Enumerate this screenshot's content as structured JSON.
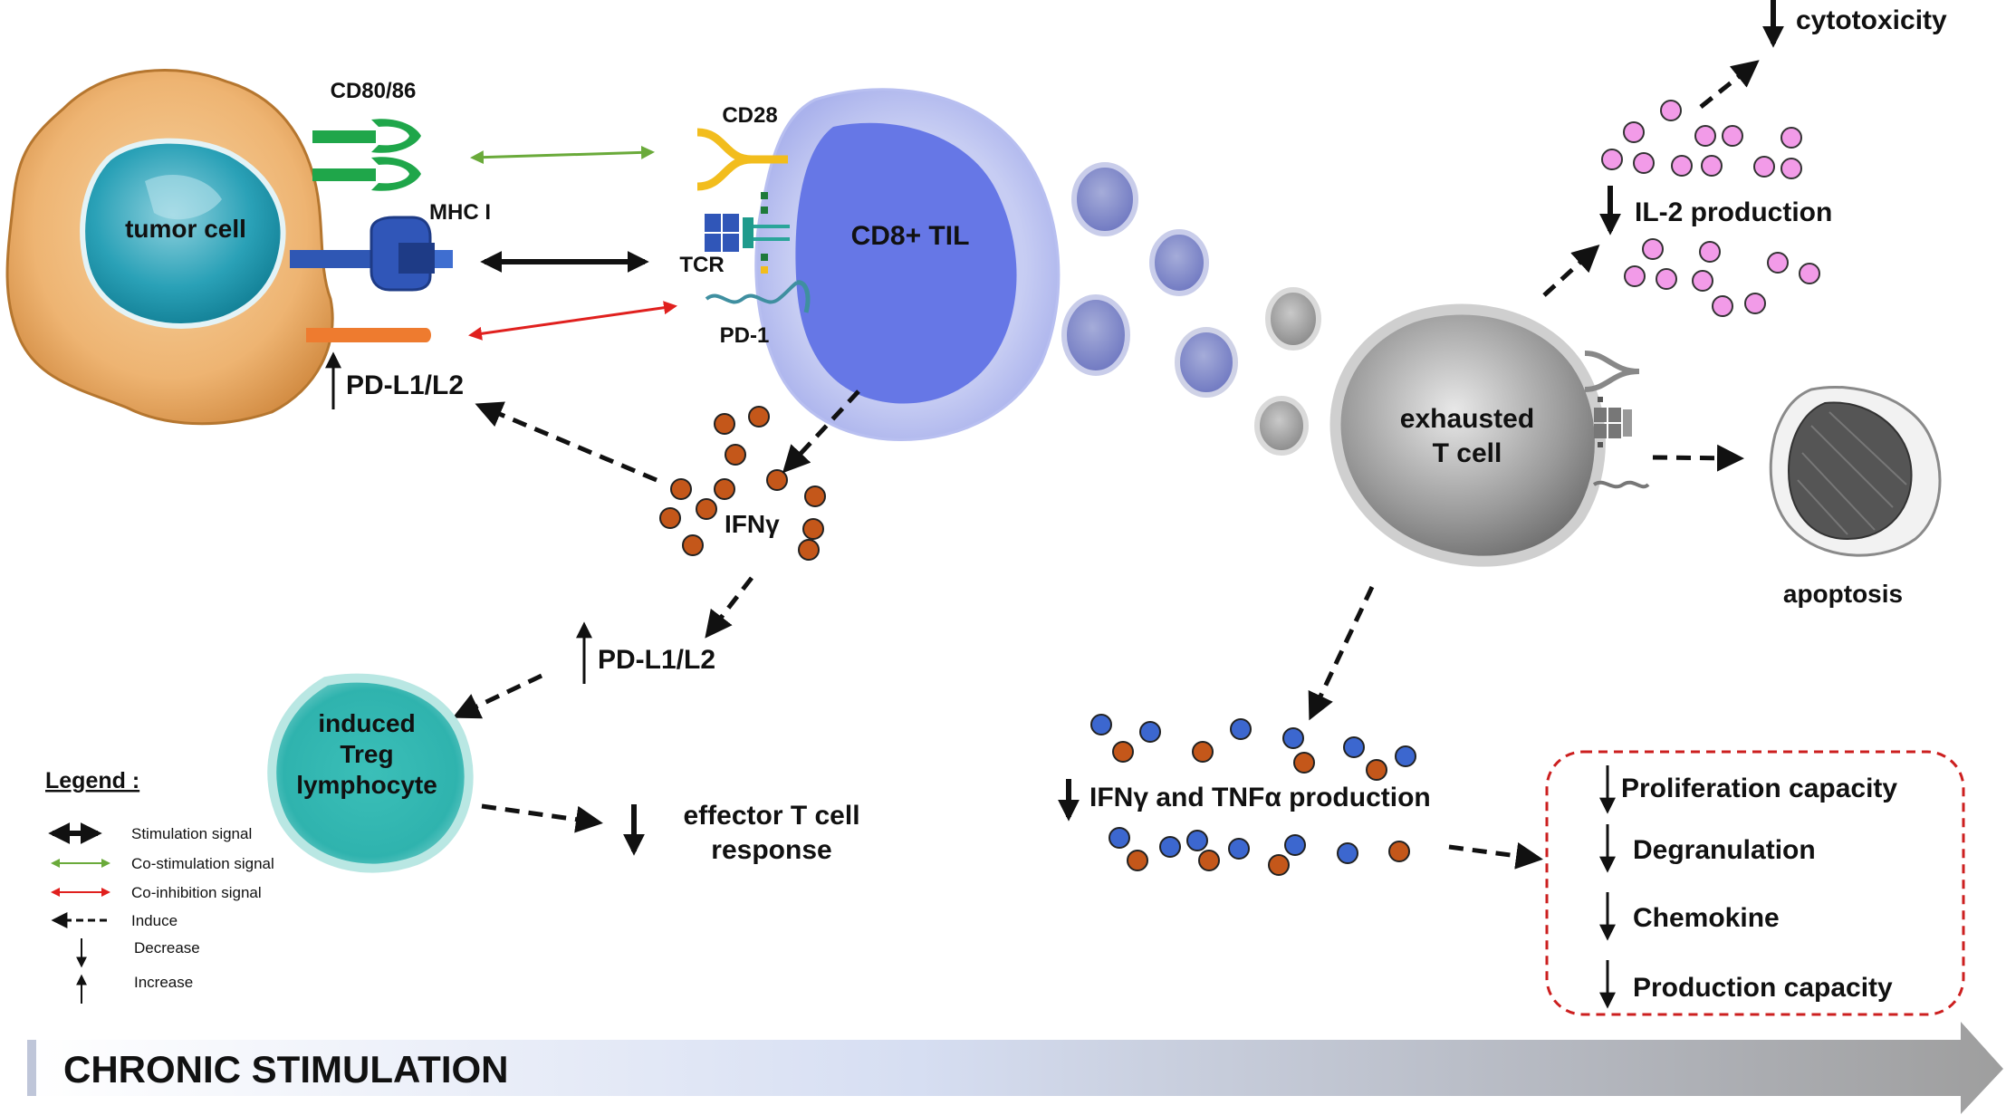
{
  "cells": {
    "tumor": "tumor cell",
    "cd8": "CD8+ TIL",
    "exhausted_line1": "exhausted",
    "exhausted_line2": "T cell",
    "treg_line1": "induced",
    "treg_line2": "Treg",
    "treg_line3": "lymphocyte"
  },
  "receptors": {
    "cd80": "CD80/86",
    "mhc": "MHC I",
    "pdl_tumor": "PD-L1/L2",
    "cd28": "CD28",
    "tcr": "TCR",
    "pd1": "PD-1"
  },
  "labels": {
    "ifng": "IFNγ",
    "pdl_center": "PD-L1/L2",
    "effector_line1": "effector T cell",
    "effector_line2": "response",
    "cytotoxicity": "cytotoxicity",
    "il2": "IL-2 production",
    "apoptosis": "apoptosis",
    "ifng_tnfa": "IFNγ and TNFα production"
  },
  "outcomes": [
    "Proliferation capacity",
    "Degranulation",
    "Chemokine",
    "Production capacity"
  ],
  "legend": {
    "title": "Legend :",
    "items": [
      "Stimulation signal",
      "Co-stimulation signal",
      "Co-inhibition signal",
      "Induce",
      "Decrease",
      "Increase"
    ]
  },
  "banner": "CHRONIC STIMULATION",
  "colors": {
    "stimulation": "#111111",
    "co_stimulation": "#6aaa3a",
    "co_inhibition": "#e0201e",
    "ifng_dot": "#c4571a",
    "tnfa_dot": "#3c67cf",
    "il2_dot": "#f29be8",
    "outcome_box": "#cc1f1f"
  },
  "icons": [
    "arrow-up-icon",
    "arrow-down-icon",
    "dashed-arrow-icon",
    "double-arrow-icon"
  ]
}
